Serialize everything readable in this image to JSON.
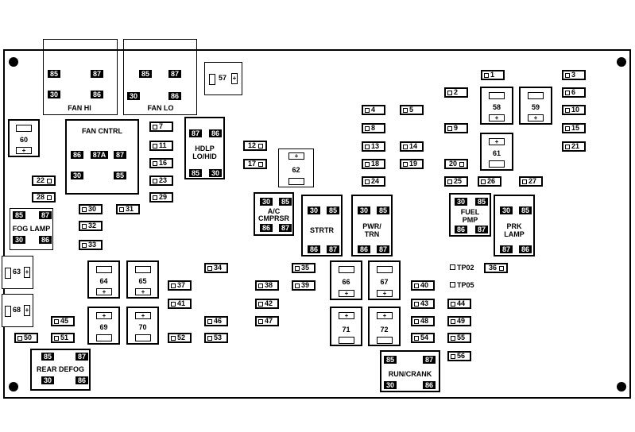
{
  "fuses": {
    "f1": "1",
    "f2": "2",
    "f3": "3",
    "f4": "4",
    "f5": "5",
    "f6": "6",
    "f7": "7",
    "f8": "8",
    "f9": "9",
    "f10": "10",
    "f11": "11",
    "f12": "12",
    "f13": "13",
    "f14": "14",
    "f15": "15",
    "f16": "16",
    "f17": "17",
    "f18": "18",
    "f19": "19",
    "f20": "20",
    "f21": "21",
    "f22": "22",
    "f23": "23",
    "f24": "24",
    "f25": "25",
    "f26": "26",
    "f27": "27",
    "f28": "28",
    "f29": "29",
    "f30": "30",
    "f31": "31",
    "f32": "32",
    "f33": "33",
    "f34": "34",
    "f35": "35",
    "f36": "36",
    "f37": "37",
    "f38": "38",
    "f39": "39",
    "f40": "40",
    "f41": "41",
    "f42": "42",
    "f43": "43",
    "f44": "44",
    "f45": "45",
    "f46": "46",
    "f47": "47",
    "f48": "48",
    "f49": "49",
    "f50": "50",
    "f51": "51",
    "f52": "52",
    "f53": "53",
    "f54": "54",
    "f55": "55",
    "f56": "56"
  },
  "test_points": {
    "tp2": "TP02",
    "tp5": "TP05"
  },
  "relays": {
    "fan_hi": {
      "name": "FAN HI",
      "t1": "85",
      "t2": "87",
      "t3": "30",
      "t4": "86"
    },
    "fan_lo": {
      "name": "FAN LO",
      "t1": "85",
      "t2": "87",
      "t3": "30",
      "t4": "86"
    },
    "fan_cntrl": {
      "name": "FAN CNTRL",
      "t1": "86",
      "t2": "87A",
      "t3": "87",
      "t4": "30",
      "t5": "85"
    },
    "hdlp": {
      "name1": "HDLP",
      "name2": "LO/HID",
      "t1": "87",
      "t2": "86",
      "t3": "85",
      "t4": "30"
    },
    "fog": {
      "name": "FOG LAMP",
      "t1": "85",
      "t2": "87",
      "t3": "30",
      "t4": "86"
    },
    "ac": {
      "name1": "A/C",
      "name2": "CMPRSR",
      "t1": "30",
      "t2": "85",
      "t3": "86",
      "t4": "87"
    },
    "strtr": {
      "name": "STRTR",
      "t1": "30",
      "t2": "85",
      "t3": "86",
      "t4": "87"
    },
    "pwr": {
      "name1": "PWR/",
      "name2": "TRN",
      "t1": "30",
      "t2": "85",
      "t3": "86",
      "t4": "87"
    },
    "fuel": {
      "name1": "FUEL",
      "name2": "PMP",
      "t1": "30",
      "t2": "85",
      "t3": "86",
      "t4": "87"
    },
    "prk": {
      "name1": "PRK",
      "name2": "LAMP",
      "t1": "30",
      "t2": "85",
      "t3": "87",
      "t4": "86"
    },
    "rear": {
      "name": "REAR DEFOG",
      "t1": "85",
      "t2": "87",
      "t3": "30",
      "t4": "86"
    },
    "run": {
      "name": "RUN/CRANK",
      "t1": "85",
      "t2": "87",
      "t3": "30",
      "t4": "86"
    }
  },
  "maxi": {
    "m57": "57",
    "m58": "58",
    "m59": "59",
    "m60": "60",
    "m61": "61",
    "m62": "62",
    "m63": "63",
    "m64": "64",
    "m65": "65",
    "m66": "66",
    "m67": "67",
    "m68": "68",
    "m69": "69",
    "m70": "70",
    "m71": "71",
    "m72": "72"
  }
}
